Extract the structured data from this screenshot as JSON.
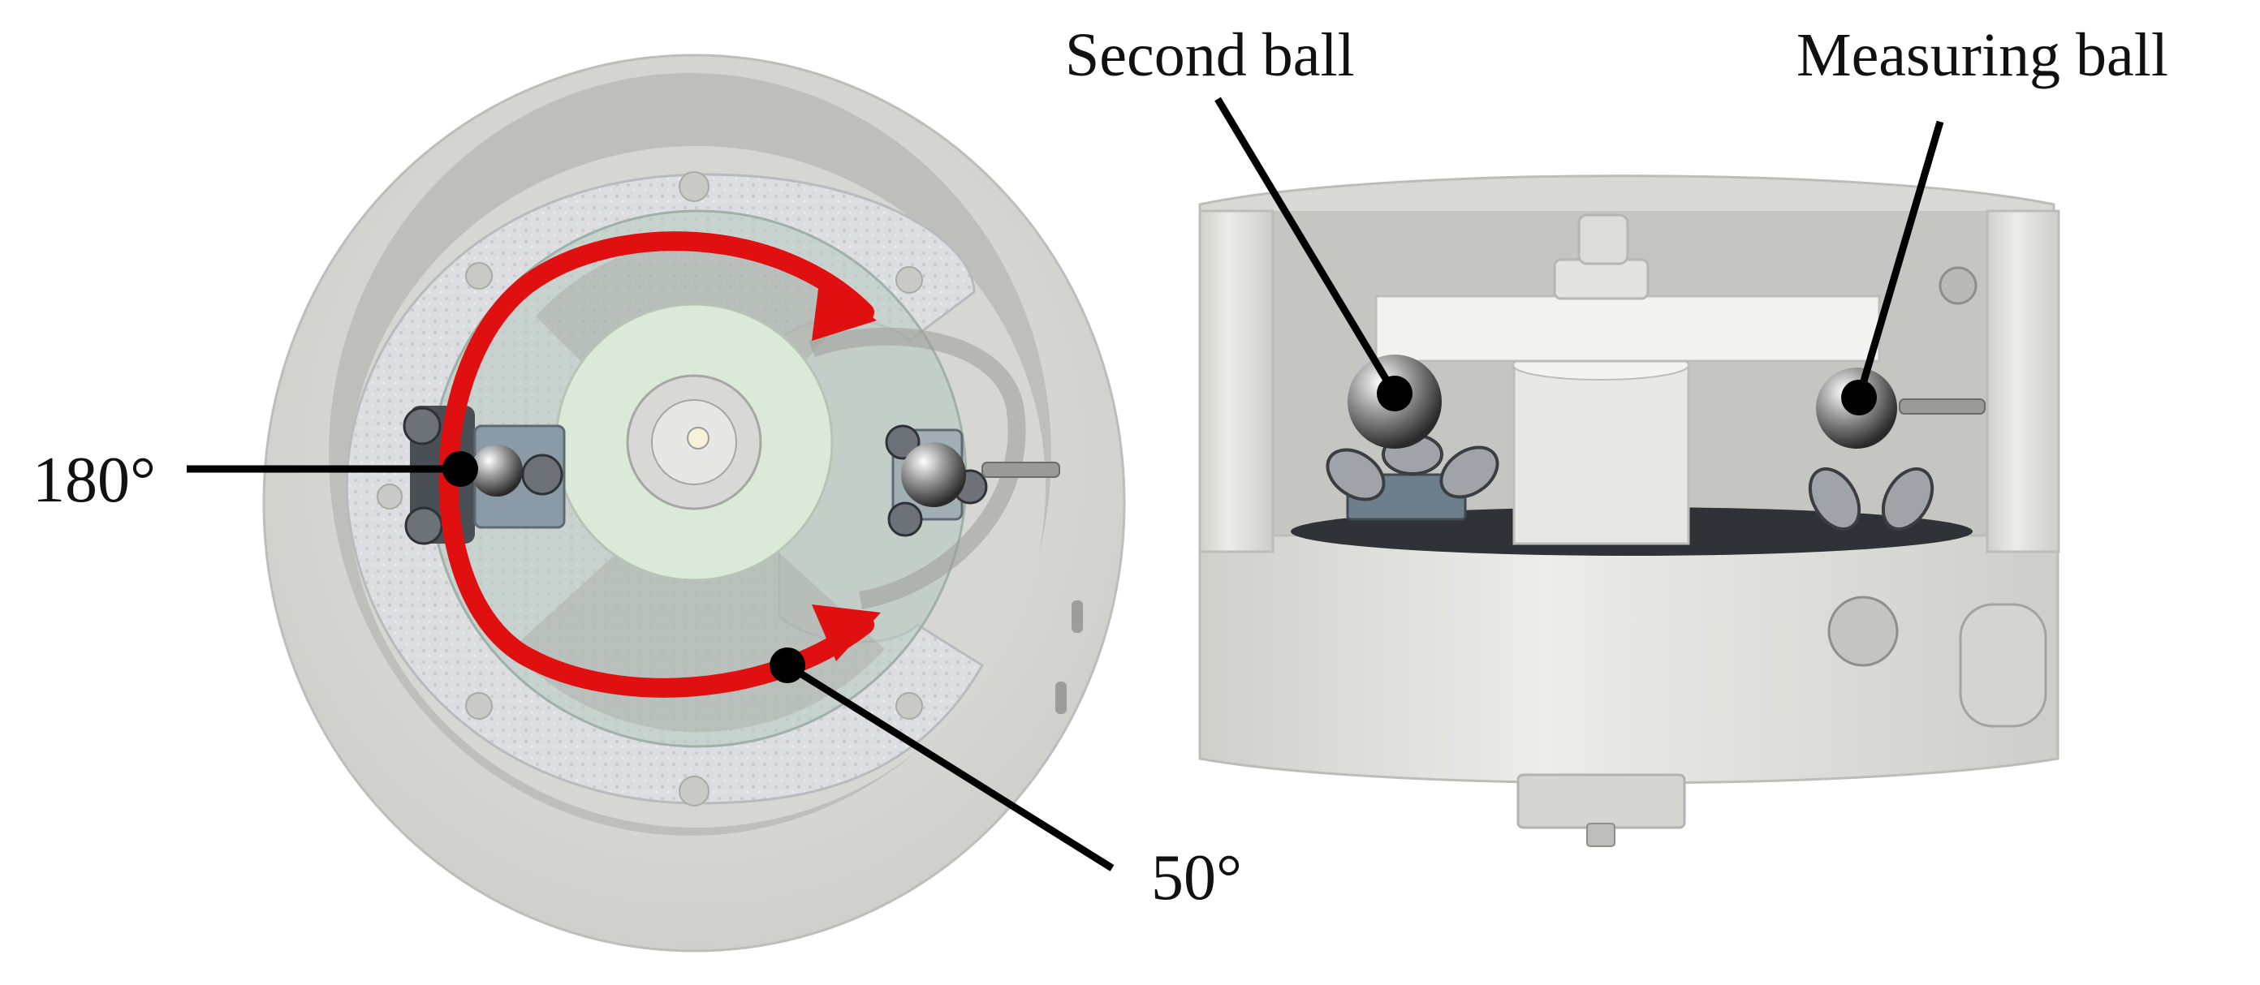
{
  "labels": {
    "second_ball": "Second ball",
    "measuring_ball": "Measuring ball",
    "angle_180": "180°",
    "angle_50": "50°"
  },
  "colors": {
    "arrow": "#e01010",
    "housing": "#dcdcd8",
    "leader_line": "#000000"
  },
  "views": [
    "top-view",
    "side-view"
  ]
}
